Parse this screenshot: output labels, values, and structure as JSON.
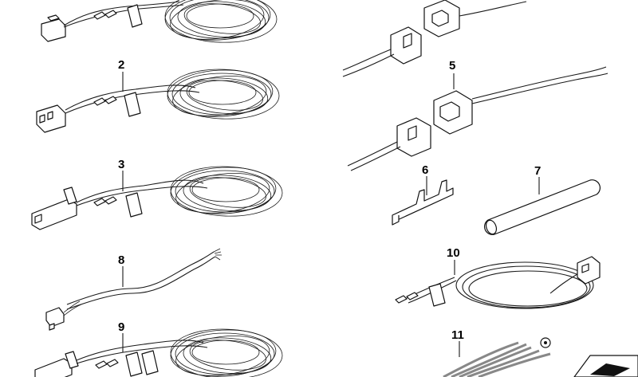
{
  "diagram": {
    "part_numbers": [
      "2",
      "3",
      "5",
      "6",
      "7",
      "8",
      "9",
      "10",
      "11"
    ]
  },
  "colors": {
    "line": "#1a1a1a",
    "background": "#ffffff"
  }
}
